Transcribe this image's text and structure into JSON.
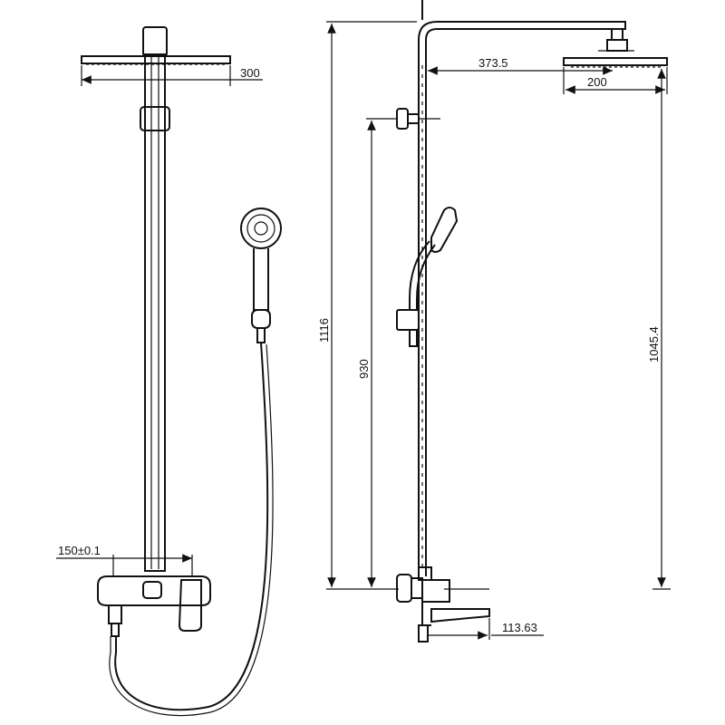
{
  "drawing": {
    "front_view": {
      "dim_head_diameter": "300",
      "dim_inlet_spacing": "150±0.1"
    },
    "side_view": {
      "dim_arm_reach": "373.5",
      "dim_head_width": "200",
      "dim_total_height": "1116",
      "dim_slide_bar_height": "930",
      "dim_head_height": "1045.4",
      "dim_spout_reach": "113.63"
    }
  }
}
